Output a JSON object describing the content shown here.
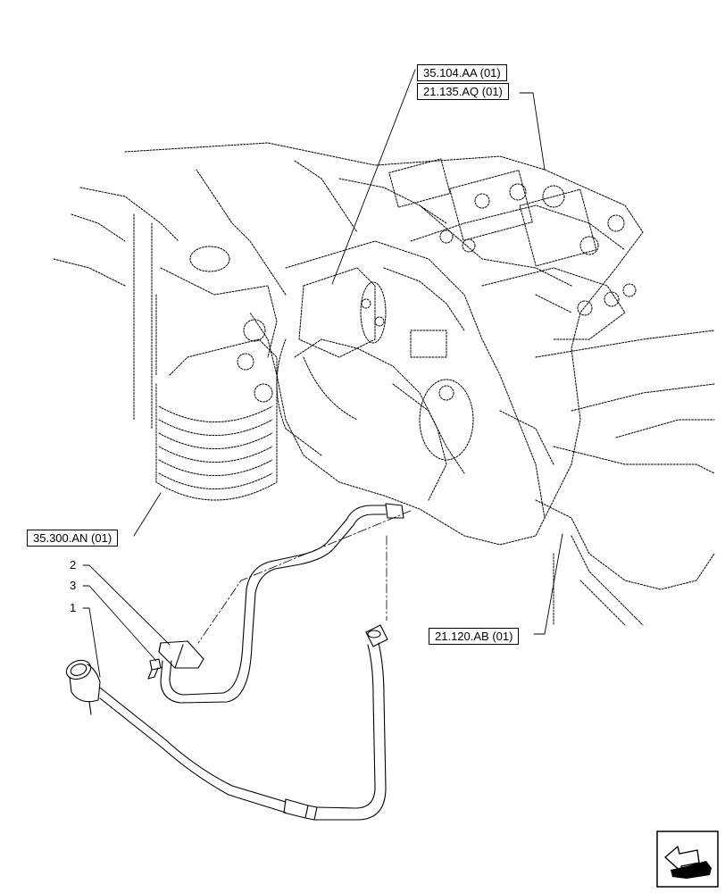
{
  "diagram": {
    "references": [
      {
        "id": "ref-35-104",
        "label": "35.104.AA (01)"
      },
      {
        "id": "ref-21-135",
        "label": "21.135.AQ (01)"
      },
      {
        "id": "ref-35-300",
        "label": "35.300.AN (01)"
      },
      {
        "id": "ref-21-120",
        "label": "21.120.AB (01)"
      }
    ],
    "callouts": [
      {
        "id": "callout-2",
        "label": "2"
      },
      {
        "id": "callout-3",
        "label": "3"
      },
      {
        "id": "callout-1",
        "label": "1"
      }
    ],
    "nav_icon": "navigation-arrow-icon"
  }
}
